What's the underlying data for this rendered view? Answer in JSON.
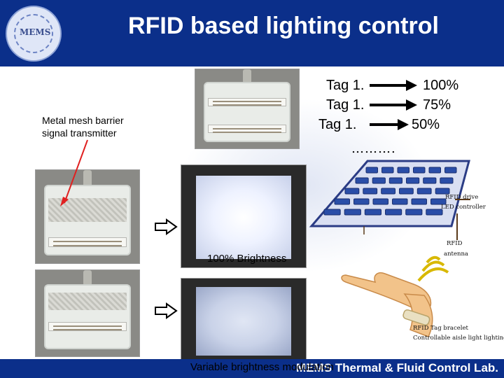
{
  "header": {
    "logo_text": "MEMS",
    "title": "RFID based lighting control"
  },
  "callout": {
    "lines": [
      "Metal mesh barrier",
      "signal transmitter"
    ]
  },
  "tags": [
    {
      "label": "Tag 1.",
      "value": "100%"
    },
    {
      "label": "Tag 1.",
      "value": "75%"
    },
    {
      "label": "Tag 1.",
      "value": "50%"
    }
  ],
  "ellipsis": "……….",
  "diagram": {
    "driver_label_1": "RFID drive",
    "driver_label_2": "LED controller",
    "antenna_label_1": "RFID",
    "antenna_label_2": "antenna",
    "bracelet_label_1": "RFID Tag bracelet",
    "bracelet_label_2": "Controllable aisle light lighting"
  },
  "captions": {
    "brightness": "100% Brightness",
    "variable": "Variable brightness modulation"
  },
  "footer": {
    "text": "MEMS Thermal & Fluid Control Lab."
  },
  "colors": {
    "header_bg": "#0b2f8a",
    "callout_line": "#e02020"
  }
}
